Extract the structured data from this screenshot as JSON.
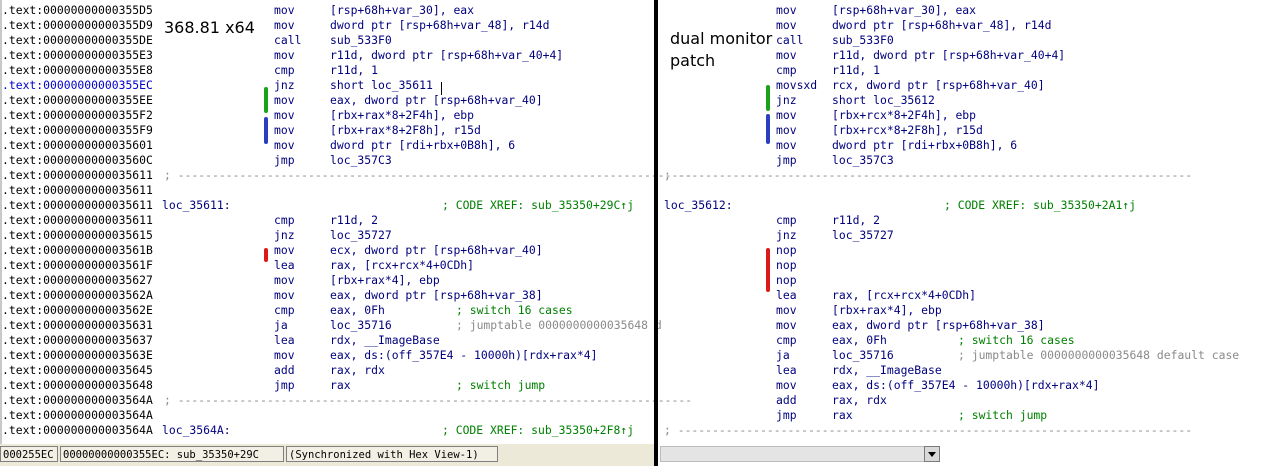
{
  "left_pane": {
    "caption": "368.81 x64",
    "lines": [
      {
        "addr": ".text:00000000000355D5",
        "label": "",
        "mn": "mov",
        "op": "[rsp+68h+var_30], eax",
        "cm": ""
      },
      {
        "addr": ".text:00000000000355D9",
        "label": "",
        "mn": "mov",
        "op": "dword ptr [rsp+68h+var_48], r14d",
        "cm": ""
      },
      {
        "addr": ".text:00000000000355DE",
        "label": "",
        "mn": "call",
        "op": "sub_533F0",
        "cm": ""
      },
      {
        "addr": ".text:00000000000355E3",
        "label": "",
        "mn": "mov",
        "op": "r11d, dword ptr [rsp+68h+var_40+4]",
        "cm": ""
      },
      {
        "addr": ".text:00000000000355E8",
        "label": "",
        "mn": "cmp",
        "op": "r11d, 1",
        "cm": ""
      },
      {
        "addr": ".text:00000000000355EC",
        "label": "",
        "mn": "jnz",
        "op": "short loc_35611",
        "cm": ""
      },
      {
        "addr": ".text:00000000000355EE",
        "label": "",
        "mn": "mov",
        "op": "eax, dword ptr [rsp+68h+var_40]",
        "cm": ""
      },
      {
        "addr": ".text:00000000000355F2",
        "label": "",
        "mn": "mov",
        "op": "[rbx+rax*8+2F4h], ebp",
        "cm": ""
      },
      {
        "addr": ".text:00000000000355F9",
        "label": "",
        "mn": "mov",
        "op": "[rbx+rax*8+2F8h], r15d",
        "cm": ""
      },
      {
        "addr": ".text:0000000000035601",
        "label": "",
        "mn": "mov",
        "op": "dword ptr [rdi+rbx+0B8h], 6",
        "cm": ""
      },
      {
        "addr": ".text:000000000003560C",
        "label": "",
        "mn": "jmp",
        "op": "loc_357C3",
        "cm": ""
      },
      {
        "addr": ".text:0000000000035611",
        "label": "",
        "mn": "",
        "op": "",
        "cm": "",
        "sep": "; ---------------------------------------------------------------------------"
      },
      {
        "addr": ".text:0000000000035611",
        "label": "",
        "mn": "",
        "op": "",
        "cm": ""
      },
      {
        "addr": ".text:0000000000035611",
        "label": "loc_35611:",
        "mn": "",
        "op": "",
        "cm": "; CODE XREF: sub_35350+29C↑j"
      },
      {
        "addr": ".text:0000000000035611",
        "label": "",
        "mn": "cmp",
        "op": "r11d, 2",
        "cm": ""
      },
      {
        "addr": ".text:0000000000035615",
        "label": "",
        "mn": "jnz",
        "op": "loc_35727",
        "cm": ""
      },
      {
        "addr": ".text:000000000003561B",
        "label": "",
        "mn": "mov",
        "op": "ecx, dword ptr [rsp+68h+var_40]",
        "cm": ""
      },
      {
        "addr": ".text:000000000003561F",
        "label": "",
        "mn": "lea",
        "op": "rax, [rcx+rcx*4+0CDh]",
        "cm": ""
      },
      {
        "addr": ".text:0000000000035627",
        "label": "",
        "mn": "mov",
        "op": "[rbx+rax*4], ebp",
        "cm": ""
      },
      {
        "addr": ".text:000000000003562A",
        "label": "",
        "mn": "mov",
        "op": "eax, dword ptr [rsp+68h+var_38]",
        "cm": ""
      },
      {
        "addr": ".text:000000000003562E",
        "label": "",
        "mn": "cmp",
        "op": "eax, 0Fh",
        "cm": "; switch 16 cases"
      },
      {
        "addr": ".text:0000000000035631",
        "label": "",
        "mn": "ja",
        "op": "loc_35716",
        "cm": "; jumptable 0000000000035648 d",
        "gray": true
      },
      {
        "addr": ".text:0000000000035637",
        "label": "",
        "mn": "lea",
        "op": "rdx, __ImageBase",
        "cm": ""
      },
      {
        "addr": ".text:000000000003563E",
        "label": "",
        "mn": "mov",
        "op": "eax, ds:(off_357E4 - 10000h)[rdx+rax*4]",
        "cm": ""
      },
      {
        "addr": ".text:0000000000035645",
        "label": "",
        "mn": "add",
        "op": "rax, rdx",
        "cm": ""
      },
      {
        "addr": ".text:0000000000035648",
        "label": "",
        "mn": "jmp",
        "op": "rax",
        "cm": "; switch jump"
      },
      {
        "addr": ".text:000000000003564A",
        "label": "",
        "mn": "",
        "op": "",
        "cm": "",
        "sep": "; ---------------------------------------------------------------------------"
      },
      {
        "addr": ".text:000000000003564A",
        "label": "",
        "mn": "",
        "op": "",
        "cm": ""
      },
      {
        "addr": ".text:000000000003564A",
        "label": "loc_3564A:",
        "mn": "",
        "op": "",
        "cm": "; CODE XREF: sub_35350+2F8↑j"
      }
    ],
    "status": {
      "offset": "000255EC",
      "location": "00000000000355EC: sub_35350+29C",
      "sync": "(Synchronized with Hex View-1)"
    }
  },
  "right_pane": {
    "caption_line1": "dual monitor",
    "caption_line2": "patch",
    "lines": [
      {
        "label": "",
        "mn": "mov",
        "op": "[rsp+68h+var_30], eax",
        "cm": ""
      },
      {
        "label": "",
        "mn": "mov",
        "op": "dword ptr [rsp+68h+var_48], r14d",
        "cm": ""
      },
      {
        "label": "",
        "mn": "call",
        "op": "sub_533F0",
        "cm": ""
      },
      {
        "label": "",
        "mn": "mov",
        "op": "r11d, dword ptr [rsp+68h+var_40+4]",
        "cm": ""
      },
      {
        "label": "",
        "mn": "cmp",
        "op": "r11d, 1",
        "cm": ""
      },
      {
        "label": "",
        "mn": "movsxd",
        "op": "rcx, dword ptr [rsp+68h+var_40]",
        "cm": ""
      },
      {
        "label": "",
        "mn": "jnz",
        "op": "short loc_35612",
        "cm": ""
      },
      {
        "label": "",
        "mn": "mov",
        "op": "[rbx+rcx*8+2F4h], ebp",
        "cm": ""
      },
      {
        "label": "",
        "mn": "mov",
        "op": "[rbx+rcx*8+2F8h], r15d",
        "cm": ""
      },
      {
        "label": "",
        "mn": "mov",
        "op": "dword ptr [rdi+rbx+0B8h], 6",
        "cm": ""
      },
      {
        "label": "",
        "mn": "jmp",
        "op": "loc_357C3",
        "cm": ""
      },
      {
        "label": "",
        "mn": "",
        "op": "",
        "cm": "",
        "sep": "; ---------------------------------------------------------------------------"
      },
      {
        "label": "",
        "mn": "",
        "op": "",
        "cm": ""
      },
      {
        "label": "loc_35612:",
        "mn": "",
        "op": "",
        "cm": "; CODE XREF: sub_35350+2A1↑j"
      },
      {
        "label": "",
        "mn": "cmp",
        "op": "r11d, 2",
        "cm": ""
      },
      {
        "label": "",
        "mn": "jnz",
        "op": "loc_35727",
        "cm": ""
      },
      {
        "label": "",
        "mn": "nop",
        "op": "",
        "cm": ""
      },
      {
        "label": "",
        "mn": "nop",
        "op": "",
        "cm": ""
      },
      {
        "label": "",
        "mn": "nop",
        "op": "",
        "cm": ""
      },
      {
        "label": "",
        "mn": "lea",
        "op": "rax, [rcx+rcx*4+0CDh]",
        "cm": ""
      },
      {
        "label": "",
        "mn": "mov",
        "op": "[rbx+rax*4], ebp",
        "cm": ""
      },
      {
        "label": "",
        "mn": "mov",
        "op": "eax, dword ptr [rsp+68h+var_38]",
        "cm": ""
      },
      {
        "label": "",
        "mn": "cmp",
        "op": "eax, 0Fh",
        "cm": "; switch 16 cases"
      },
      {
        "label": "",
        "mn": "ja",
        "op": "loc_35716",
        "cm": "; jumptable 0000000000035648 default case",
        "gray": true
      },
      {
        "label": "",
        "mn": "lea",
        "op": "rdx, __ImageBase",
        "cm": ""
      },
      {
        "label": "",
        "mn": "mov",
        "op": "eax, ds:(off_357E4 - 10000h)[rdx+rax*4]",
        "cm": ""
      },
      {
        "label": "",
        "mn": "add",
        "op": "rax, rdx",
        "cm": ""
      },
      {
        "label": "",
        "mn": "jmp",
        "op": "rax",
        "cm": "; switch jump"
      },
      {
        "label": "",
        "mn": "",
        "op": "",
        "cm": "",
        "sep": "; ---------------------------------------------------------------------------"
      }
    ]
  },
  "colors": {
    "green_marker": "#1aa31a",
    "blue_marker": "#2a3fbf",
    "red_marker": "#dd1a1a"
  }
}
